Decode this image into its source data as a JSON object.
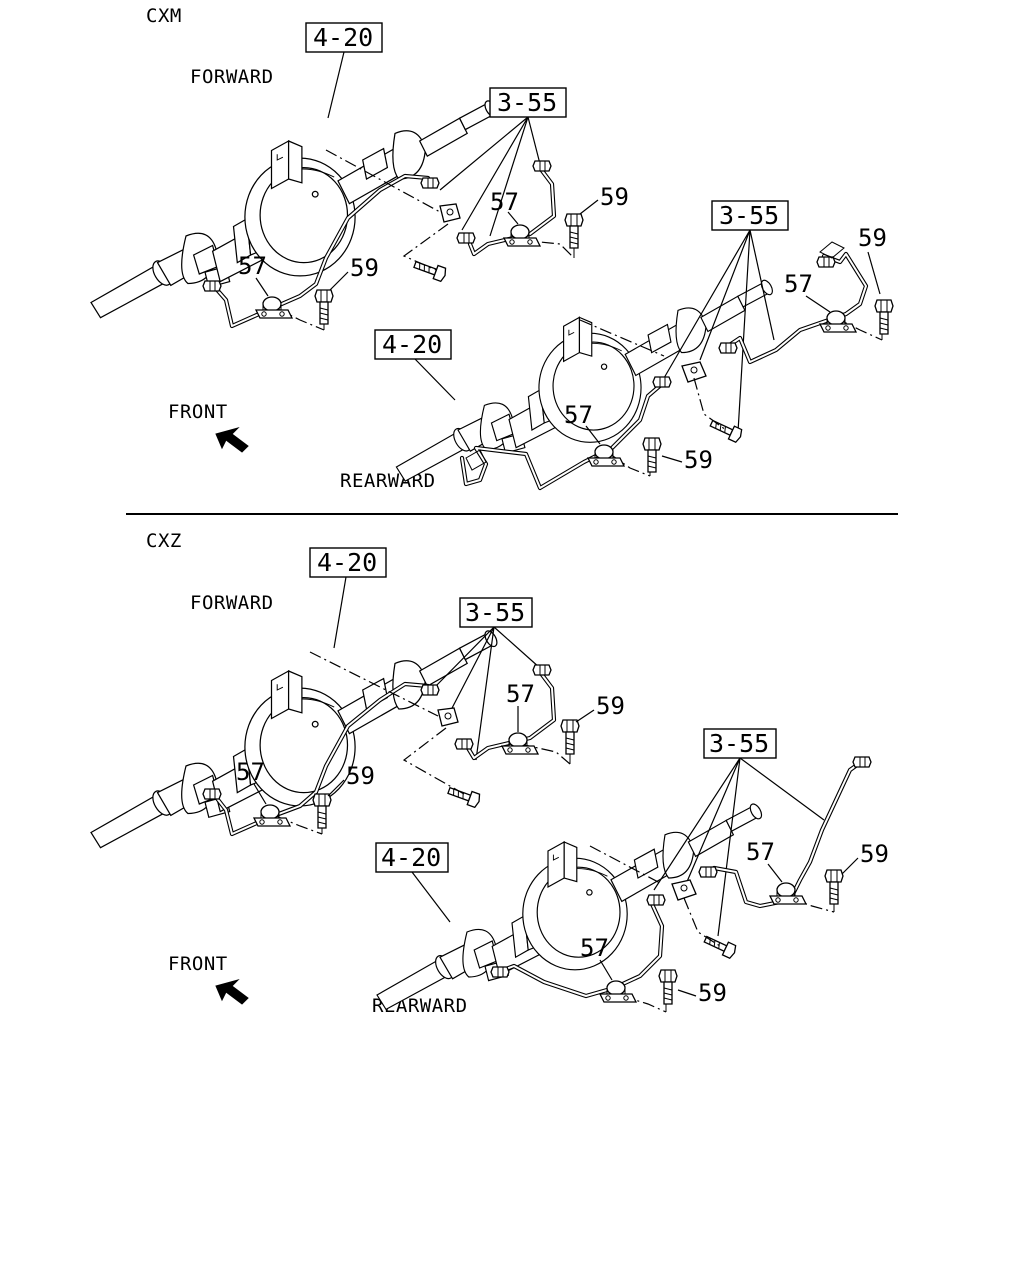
{
  "panels": [
    {
      "variant": "CXM",
      "forward_label": "FORWARD",
      "front_label": "FRONT",
      "rearward_label": "REARWARD",
      "refs": {
        "axle": "4-20",
        "hose": "3-55"
      },
      "parts": {
        "clip": "57",
        "bolt": "59"
      }
    },
    {
      "variant": "CXZ",
      "forward_label": "FORWARD",
      "front_label": "FRONT",
      "rearward_label": "REARWARD",
      "refs": {
        "axle": "4-20",
        "hose": "3-55"
      },
      "parts": {
        "clip": "57",
        "bolt": "59"
      }
    }
  ],
  "icons": {
    "front_arrow": "arrow-northwest-icon"
  },
  "colors": {
    "ink": "#000000",
    "paper": "#ffffff"
  }
}
